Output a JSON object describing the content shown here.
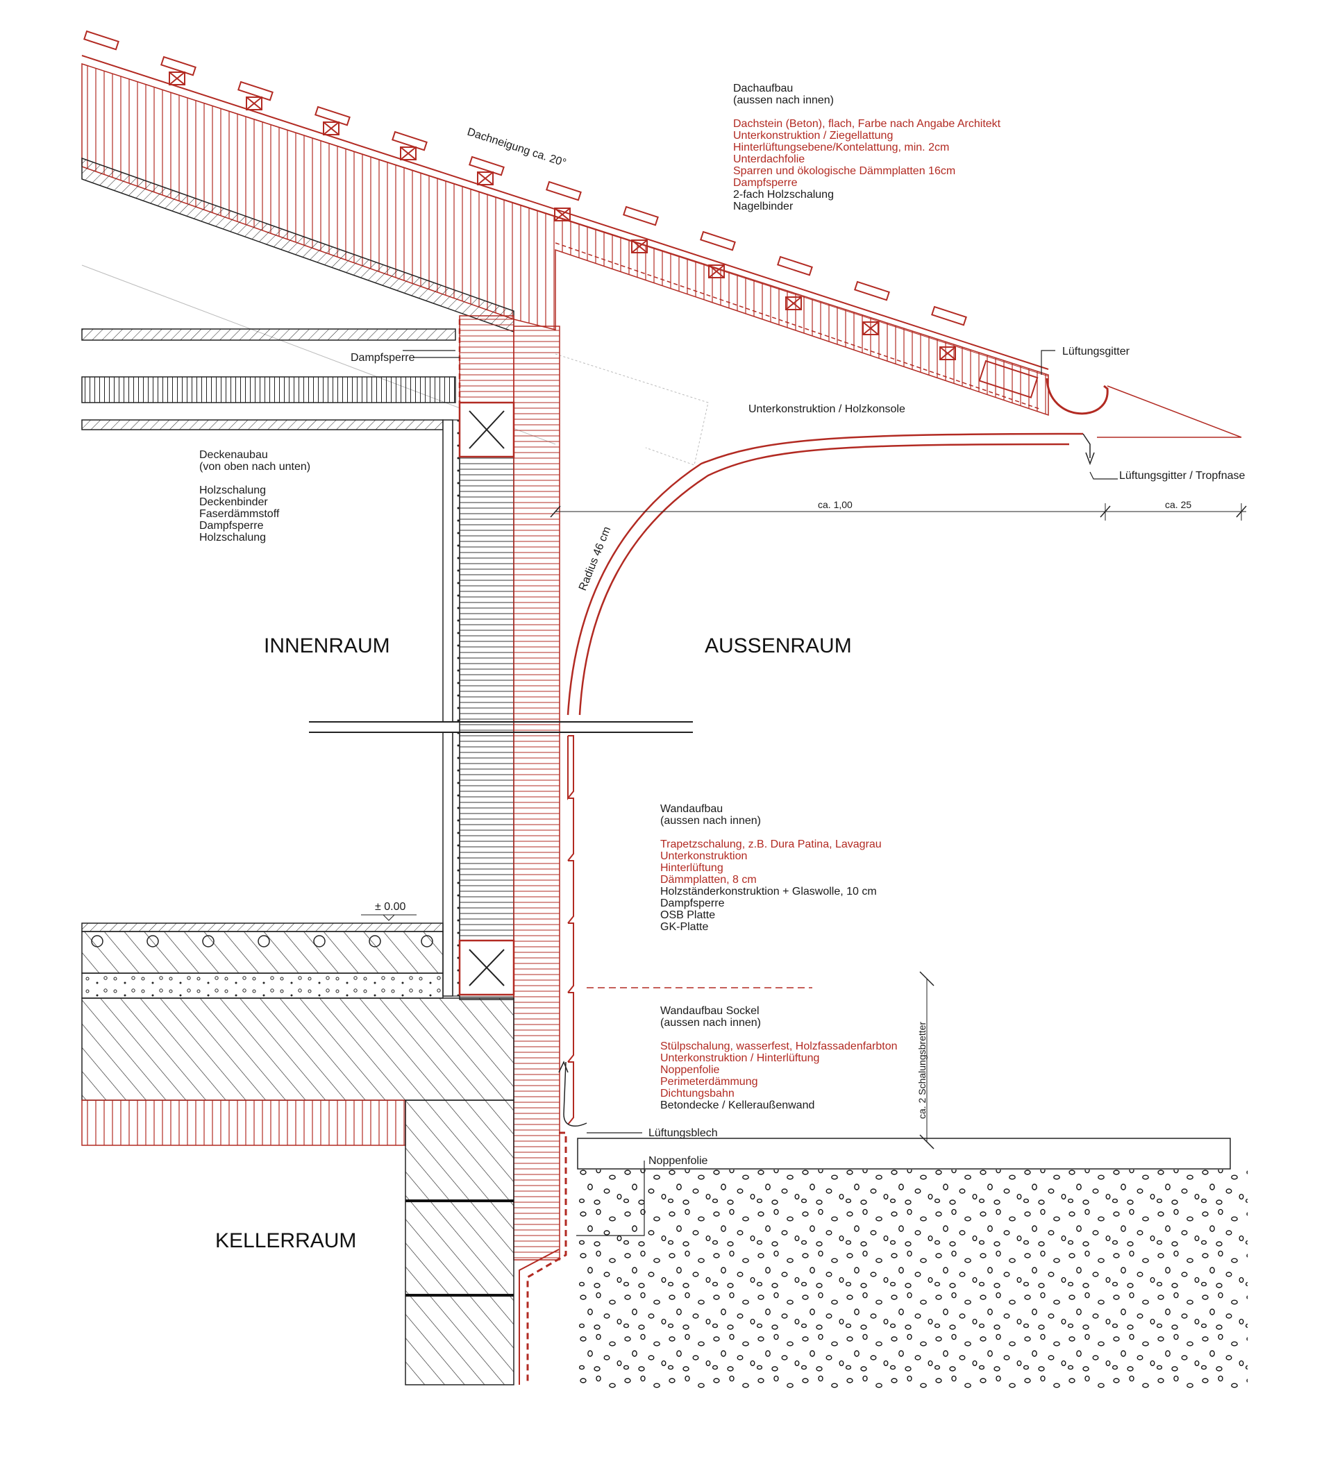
{
  "colors": {
    "red": "#b22a22",
    "black": "#1a1a1a",
    "grey": "#9a9a9a"
  },
  "rooms": {
    "inside": "INNENRAUM",
    "outside": "AUSSENRAUM",
    "basement": "KELLERRAUM"
  },
  "roof": {
    "slope_label": "Dachneigung ca. 20°",
    "heading": "Dachaufbau",
    "subheading": "(aussen nach innen)",
    "layers_red": [
      "Dachstein (Beton), flach, Farbe nach Angabe Architekt",
      "Unterkonstruktion / Ziegellattung",
      "Hinterlüftungsebene/Kontelattung, min. 2cm",
      "Unterdachfolie",
      "Sparren und ökologische Dämmplatten 16cm",
      "Dampfsperre"
    ],
    "layers_black": [
      "2-fach Holzschalung",
      "Nagelbinder"
    ]
  },
  "ceiling": {
    "heading": "Deckenaubau",
    "subheading": "(von oben nach unten)",
    "layers": [
      "Holzschalung",
      "Deckenbinder",
      "Faserdämmstoff",
      "Dampfsperre",
      "Holzschalung"
    ]
  },
  "wall": {
    "heading": "Wandaufbau",
    "subheading": "(aussen nach innen)",
    "layers_red": [
      "Trapetzschalung, z.B. Dura Patina, Lavagrau",
      "Unterkonstruktion",
      "Hinterlüftung",
      "Dämmplatten, 8 cm"
    ],
    "layers_black": [
      "Holzständerkonstruktion + Glaswolle, 10 cm",
      "Dampfsperre",
      "OSB Platte",
      "GK-Platte"
    ]
  },
  "plinth": {
    "heading": "Wandaufbau Sockel",
    "subheading": "(aussen nach innen)",
    "layers_red": [
      "Stülpschalung, wasserfest, Holzfassadenfarbton",
      "Unterkonstruktion / Hinterlüftung",
      "Noppenfolie",
      "Perimeterdämmung",
      "Dichtungsbahn"
    ],
    "layers_black": [
      "Betondecke / Kelleraußenwand"
    ]
  },
  "callouts": {
    "vapor_barrier": "Dampfsperre",
    "vent_grille": "Lüftungsgitter",
    "substructure_console": "Unterkonstruktion / Holzkonsole",
    "vent_drip": "Lüftungsgitter / Tropfnase",
    "radius": "Radius 46 cm",
    "vent_sheet": "Lüftungsblech",
    "dimple_membrane": "Noppenfolie",
    "level": "± 0.00",
    "boards": "ca. 2 Schalungsbretter"
  },
  "dimensions": {
    "overhang": "ca. 1,00",
    "gutter": "ca. 25"
  }
}
